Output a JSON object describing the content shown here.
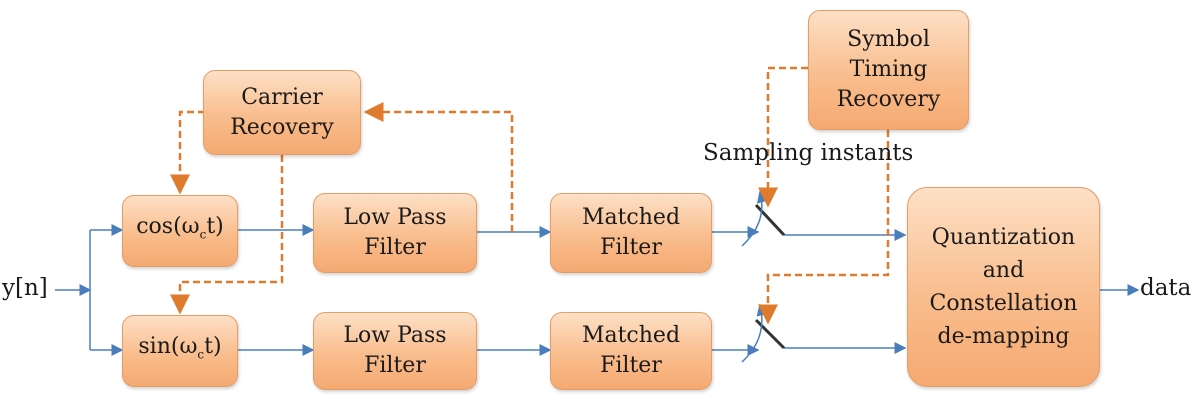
{
  "colors": {
    "block_fill_top": "#fde0c6",
    "block_fill_bottom": "#f5a971",
    "block_border": "#e39d66",
    "signal_line": "#4a7ebb",
    "feedback_line": "#e07b2e"
  },
  "input_label": "y[n]",
  "output_label": "data",
  "sampling_label": "Sampling instants",
  "blocks": {
    "carrier_recovery": "Carrier\nRecovery",
    "symbol_timing": "Symbol\nTiming\nRecovery",
    "cos_mixer": {
      "prefix": "cos(ω",
      "sub": "c",
      "suffix": "t)"
    },
    "sin_mixer": {
      "prefix": "sin(ω",
      "sub": "c",
      "suffix": "t)"
    },
    "lpf_top": "Low Pass\nFilter",
    "lpf_bottom": "Low Pass\nFilter",
    "mf_top": "Matched\nFilter",
    "mf_bottom": "Matched\nFilter",
    "quantizer": "Quantization\nand\nConstellation\nde-mapping"
  }
}
